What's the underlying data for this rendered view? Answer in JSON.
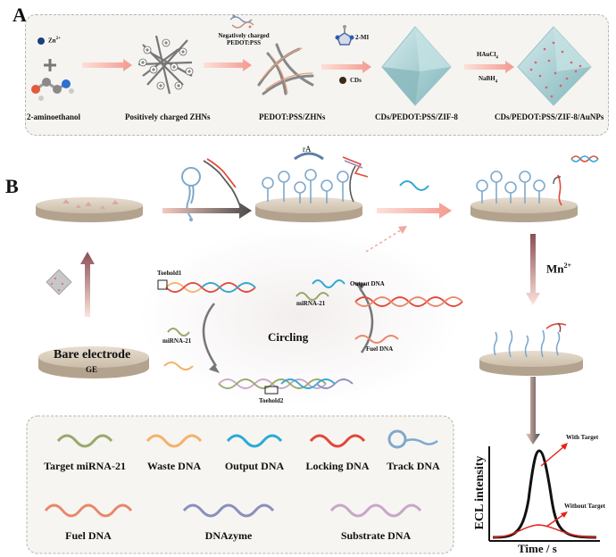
{
  "panel_a": {
    "letter": "A",
    "ion": "Zn",
    "ion_charge": "2+",
    "reagent_bottom": "2-aminoethanol",
    "zhn_label": "Positively charged ZHNs",
    "pss_tag": "Negatively charged PEDOT:PSS",
    "pss_zhn_label": "PEDOT:PSS/ZHNs",
    "mi_label": "2-MI",
    "cds_label": "CDs",
    "zif_label": "CDs/PEDOT:PSS/ZIF-8",
    "hauc_label": "HAuCl",
    "hauc_sub": "4",
    "nabh_label": "NaBH",
    "nabh_sub": "4",
    "final_label": "CDs/PEDOT:PSS/ZIF-8/AuNPs"
  },
  "panel_b": {
    "letter": "B",
    "ra_label": "rA",
    "mn_label": "Mn",
    "mn_charge": "2+",
    "bare_electrode": "Bare electrode",
    "ge": "GE",
    "toehold1": "Toehold1",
    "toehold2": "Toehold2",
    "mirna_left": "miRNA-21",
    "mirna_right": "miRNA-21",
    "circling": "Circling",
    "output_dna": "Output DNA",
    "fuel_dna": "Fuel DNA"
  },
  "legend": {
    "items": [
      {
        "label": "Target miRNA-21",
        "color": "#9aa86a"
      },
      {
        "label": "Waste DNA",
        "color": "#f3b26a"
      },
      {
        "label": "Output DNA",
        "color": "#2ea9d6"
      },
      {
        "label": "Locking DNA",
        "color": "#e0493a"
      },
      {
        "label": "Track DNA",
        "color": "#7fa9cc"
      },
      {
        "label": "Fuel DNA",
        "color": "#e9876a"
      },
      {
        "label": "DNAzyme",
        "color": "#8a8fbd"
      },
      {
        "label": "Substrate DNA",
        "color": "#c9a6c9"
      }
    ]
  },
  "ecl_chart": {
    "ylabel": "ECL intensity",
    "xlabel": "Time / s",
    "with_target": "With Target",
    "without_target": "Without Target"
  },
  "colors": {
    "panel_bg": "#f4f3ef",
    "electrode_top": "#d9cfc0",
    "electrode_side": "#b7a792",
    "arrow_pink": "#f2b8b0",
    "arrow_dark": "#555555",
    "red": "#e2231a"
  }
}
